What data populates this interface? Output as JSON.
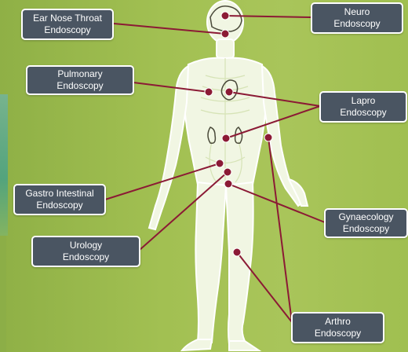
{
  "labels": {
    "ent": {
      "line1": "Ear Nose Throat",
      "line2": "Endoscopy"
    },
    "neuro": {
      "line1": "Neuro",
      "line2": "Endoscopy"
    },
    "pulmonary": {
      "line1": "Pulmonary",
      "line2": "Endoscopy"
    },
    "lapro": {
      "line1": "Lapro",
      "line2": "Endoscopy"
    },
    "gastro": {
      "line1": "Gastro Intestinal",
      "line2": "Endoscopy"
    },
    "gynaecology": {
      "line1": "Gynaecology",
      "line2": "Endoscopy"
    },
    "urology": {
      "line1": "Urology",
      "line2": "Endoscopy"
    },
    "arthro": {
      "line1": "Arthro",
      "line2": "Endoscopy"
    }
  },
  "colors": {
    "background": "#9dbb4a",
    "label_fill": "#4a5562",
    "connector": "#8b1a35",
    "marker": "#8b1a35",
    "body_outline": "#ffffff"
  }
}
